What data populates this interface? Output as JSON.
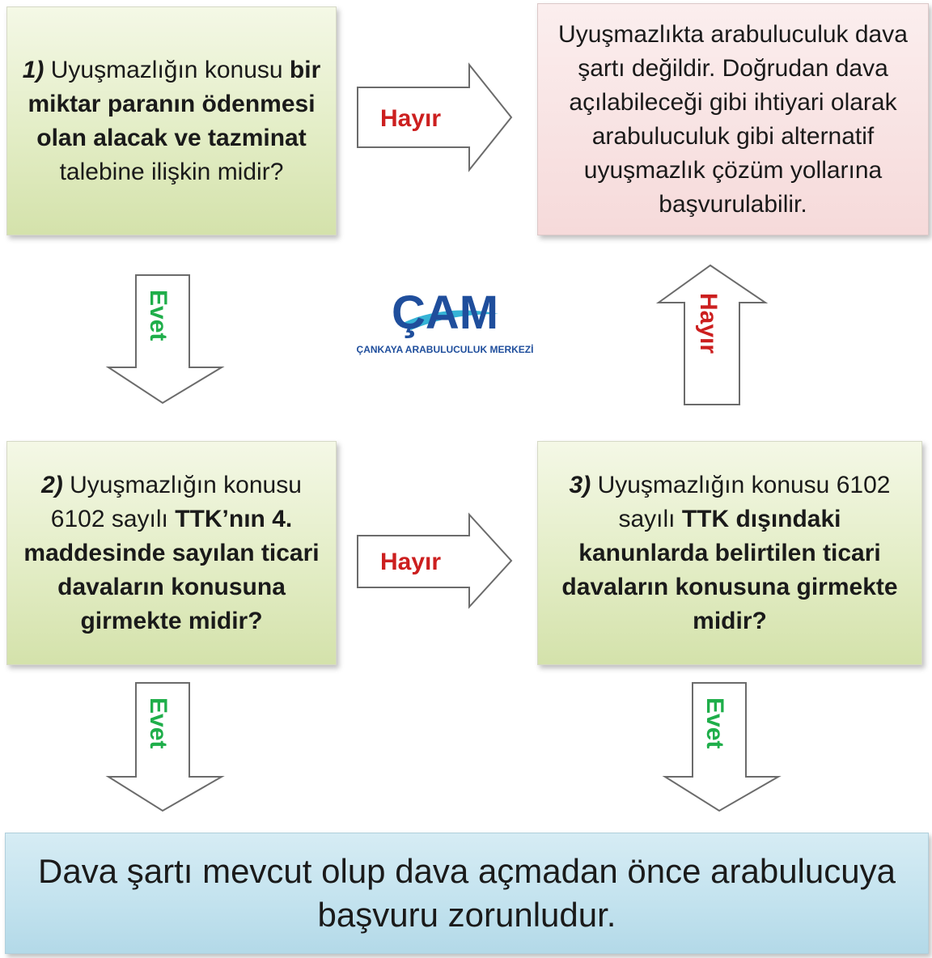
{
  "q1": {
    "num": "1)",
    "t1": " Uyuşmazlığın konusu ",
    "b1": "bir miktar paranın ödenmesi olan alacak ve tazminat",
    "t2": " talebine ilişkin midir?"
  },
  "q2": {
    "num": "2)",
    "t1": " Uyuşmazlığın konusu 6102 sayılı ",
    "b1": "TTK’nın 4. maddesinde sayılan ticari davaların konusuna girmekte midir?"
  },
  "q3": {
    "num": "3)",
    "t1": " Uyuşmazlığın konusu 6102 sayılı ",
    "b1": "TTK dışındaki kanunlarda belirtilen ticari davaların konusuna girmekte midir?"
  },
  "no_condition_text": "Uyuşmazlıkta arabuluculuk dava şartı değildir. Doğrudan dava açılabileceği gibi ihtiyari olarak arabuluculuk gibi alternatif uyuşmazlık çözüm yollarına başvurulabilir.",
  "final_text": "Dava şartı mevcut olup dava açmadan önce arabulucuya başvuru zorunludur.",
  "labels": {
    "yes": "Evet",
    "no": "Hayır"
  },
  "logo": {
    "mark": "ÇAM",
    "subtitle": "ÇANKAYA ARABULUCULUK MERKEZİ"
  },
  "colors": {
    "yes_label": "#1fae4a",
    "no_label": "#cc1f1f",
    "question_box": "#e3edc6",
    "no_condition_box": "#f6dada",
    "final_box": "#c2e2ee",
    "logo_blue": "#1f4e9c",
    "logo_swoosh": "#35b3d6"
  }
}
